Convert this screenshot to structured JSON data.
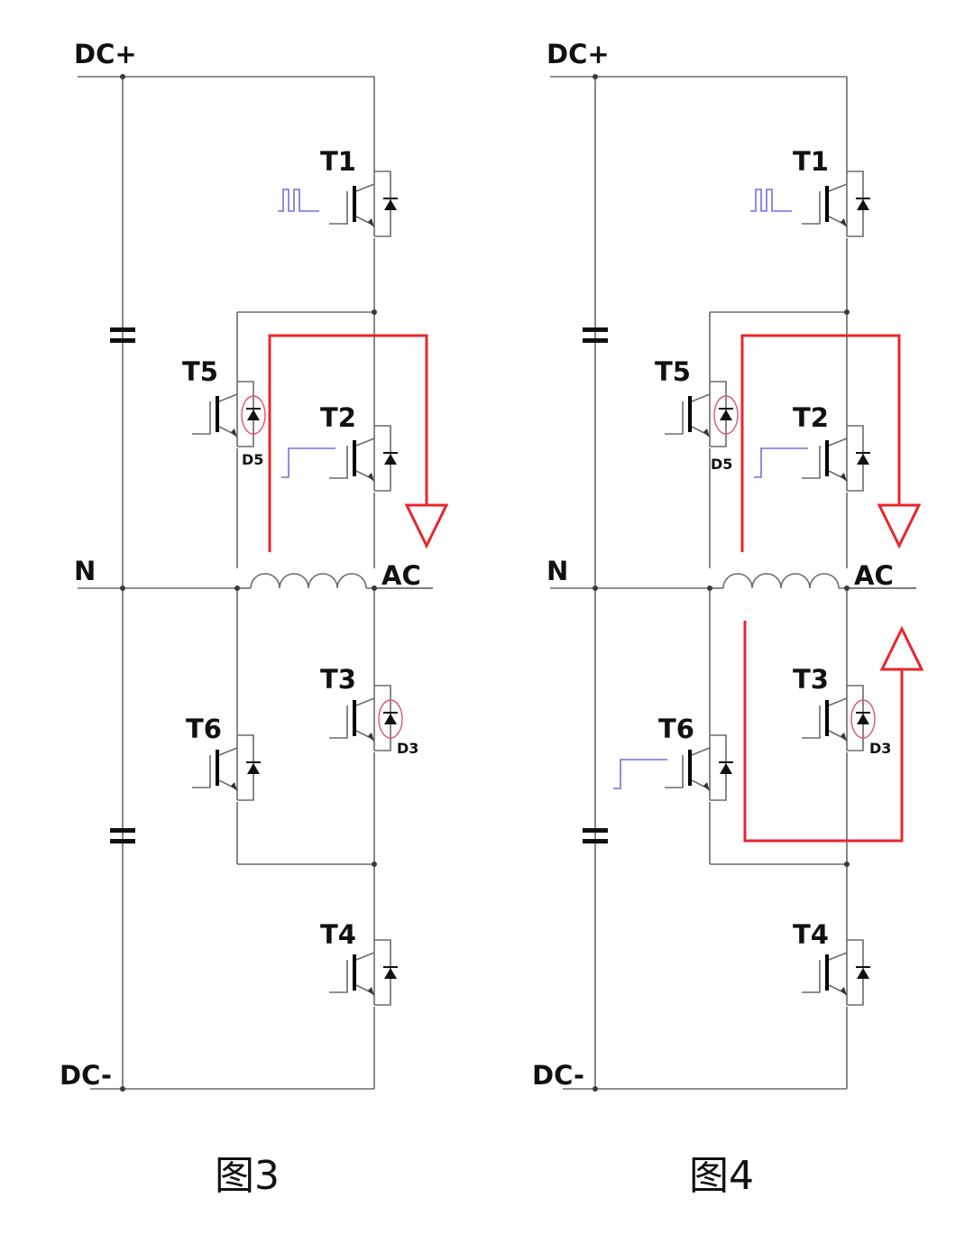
{
  "colors": {
    "wire": "#6b6b6b",
    "current_path": "#e8262c",
    "gate_signal": "#7070e0",
    "diode_highlight": "#e05080",
    "text": "#111111"
  },
  "panels": [
    {
      "caption": "图3",
      "rails": {
        "dc_plus": "DC+",
        "dc_minus": "DC-",
        "neutral": "N",
        "ac": "AC"
      },
      "switches": {
        "t1": "T1",
        "t2": "T2",
        "t3": "T3",
        "t4": "T4",
        "t5": "T5",
        "t6": "T6"
      },
      "diodes": {
        "d5": "D5",
        "d3": "D3"
      },
      "highlighted_diodes": [
        "D5",
        "D3"
      ],
      "gate_signals": {
        "T1": "pwm",
        "T2": "on"
      },
      "current_paths": [
        "N → T5 diode → T2 → AC (downward arrow)"
      ]
    },
    {
      "caption": "图4",
      "rails": {
        "dc_plus": "DC+",
        "dc_minus": "DC-",
        "neutral": "N",
        "ac": "AC"
      },
      "switches": {
        "t1": "T1",
        "t2": "T2",
        "t3": "T3",
        "t4": "T4",
        "t5": "T5",
        "t6": "T6"
      },
      "diodes": {
        "d5": "D5",
        "d3": "D3"
      },
      "highlighted_diodes": [
        "D5",
        "D3"
      ],
      "gate_signals": {
        "T1": "pwm",
        "T2": "on",
        "T6": "on"
      },
      "current_paths": [
        "N → T5 diode → T2 → AC (downward arrow)",
        "N → T6 → T3 diode → AC (upward arrow)"
      ]
    }
  ]
}
